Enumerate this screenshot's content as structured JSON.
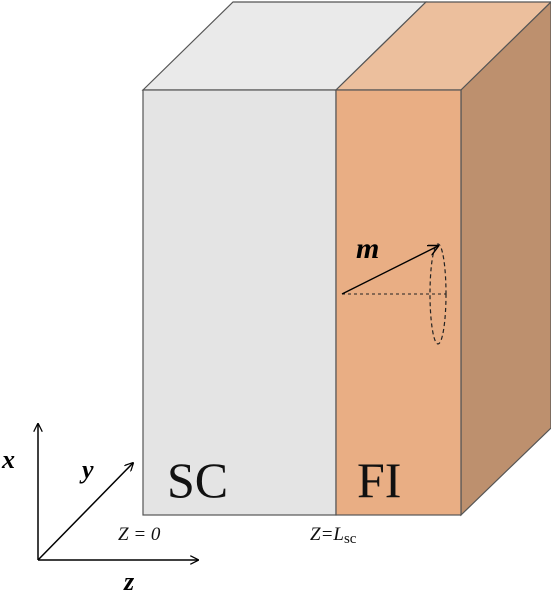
{
  "diagram": {
    "regions": [
      {
        "id": "sc",
        "label": "SC",
        "front_color": "#e4e4e4",
        "top_color": "#eaeaea",
        "stroke_color": "#555555"
      },
      {
        "id": "fi",
        "label": "FI",
        "front_color": "#e9ae84",
        "top_color": "#ecbf9d",
        "side_color": "#bd906e",
        "stroke_color": "#555555"
      }
    ],
    "magnetization": {
      "label": "m"
    },
    "boundaries": {
      "z0": {
        "text": "Z = 0"
      },
      "zL": {
        "main": "Z=L",
        "sub": "sc"
      }
    },
    "axes": {
      "x": "x",
      "y": "y",
      "z": "z"
    }
  }
}
